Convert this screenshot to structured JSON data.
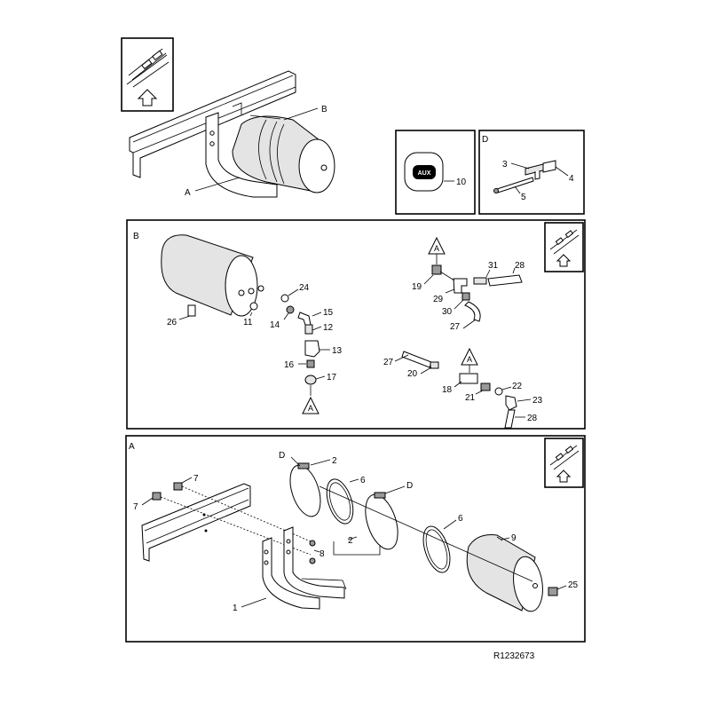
{
  "reference_code": "R1232673",
  "section_letters": {
    "A": "A",
    "B": "B",
    "D": "D"
  },
  "aux_badge": "AUX",
  "callouts": {
    "overview_B": "B",
    "overview_A": "A",
    "aux_10": "10",
    "d_3": "3",
    "d_4": "4",
    "d_5": "5",
    "b_24": "24",
    "b_26": "26",
    "b_11": "11",
    "b_14": "14",
    "b_15": "15",
    "b_12": "12",
    "b_13": "13",
    "b_16": "16",
    "b_17": "17",
    "b_A1": "A",
    "b_A2": "A",
    "b_19": "19",
    "b_31": "31",
    "b_28a": "28",
    "b_29": "29",
    "b_30": "30",
    "b_27a": "27",
    "b_27b": "27",
    "b_20": "20",
    "b_A3": "A",
    "b_18": "18",
    "b_21": "21",
    "b_22": "22",
    "b_23": "23",
    "b_28b": "28",
    "a_D1": "D",
    "a_2a": "2",
    "a_6a": "6",
    "a_D2": "D",
    "a_7a": "7",
    "a_7b": "7",
    "a_8": "8",
    "a_2b": "2",
    "a_6b": "6",
    "a_9": "9",
    "a_25": "25",
    "a_1": "1"
  }
}
